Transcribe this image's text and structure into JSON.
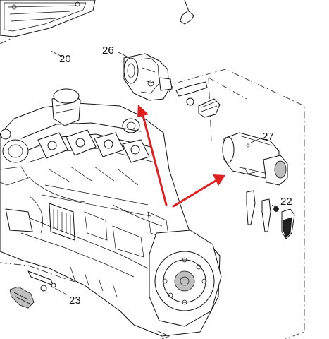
{
  "diagram": {
    "callouts": {
      "c20": "20",
      "c22": "22",
      "c23": "23",
      "c26": "26",
      "c27": "27"
    },
    "arrow_color": "#e02020",
    "line_color": "#111111",
    "background": "#ffffff"
  }
}
